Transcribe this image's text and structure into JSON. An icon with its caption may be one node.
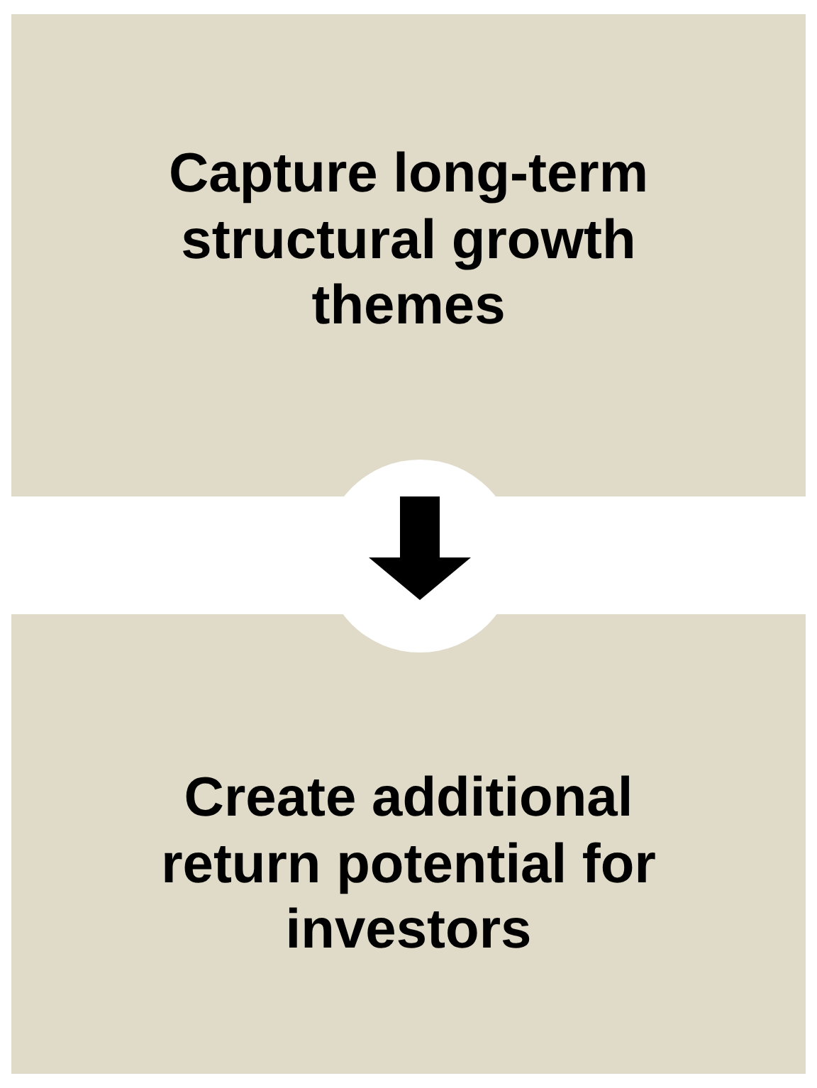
{
  "diagram": {
    "nodes": [
      {
        "text": [
          "Capture long-term structural growth themes"
        ]
      },
      {
        "text": [
          "Create additional return potential for investors"
        ]
      }
    ],
    "edges": [
      {
        "from": 0,
        "to": 1,
        "arrow": "to"
      }
    ]
  }
}
